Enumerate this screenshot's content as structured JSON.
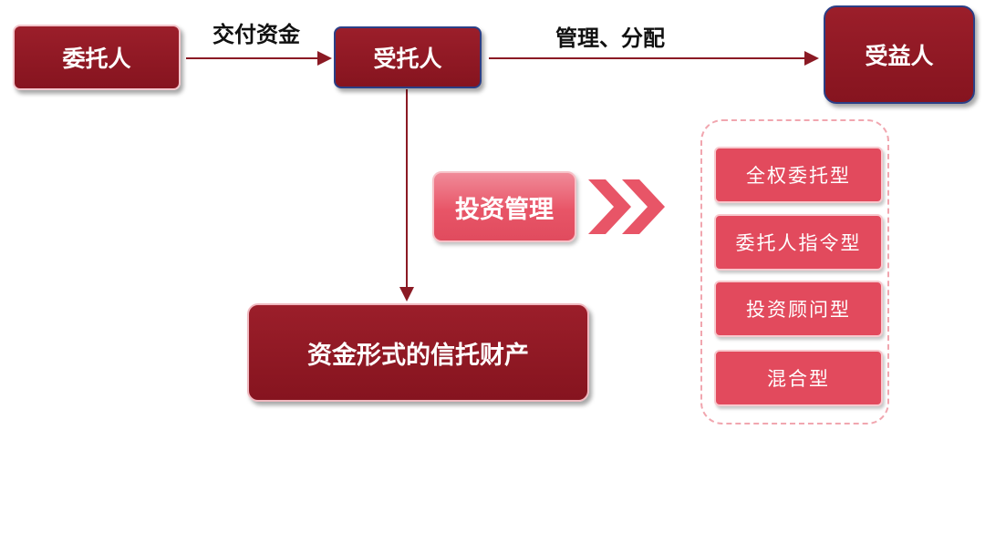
{
  "nodes": {
    "trustor": "委托人",
    "trustee": "受托人",
    "beneficiary": "受益人",
    "investment": "投资管理",
    "property": "资金形式的信托财产"
  },
  "edges": {
    "pay": "交付资金",
    "manage": "管理、分配"
  },
  "management_types": [
    "全权委托型",
    "委托人指令型",
    "投资顾问型",
    "混合型"
  ],
  "colors": {
    "dark_red": "#8b1a24",
    "light_red": "#e24a5d",
    "chevron": "#e85567"
  }
}
